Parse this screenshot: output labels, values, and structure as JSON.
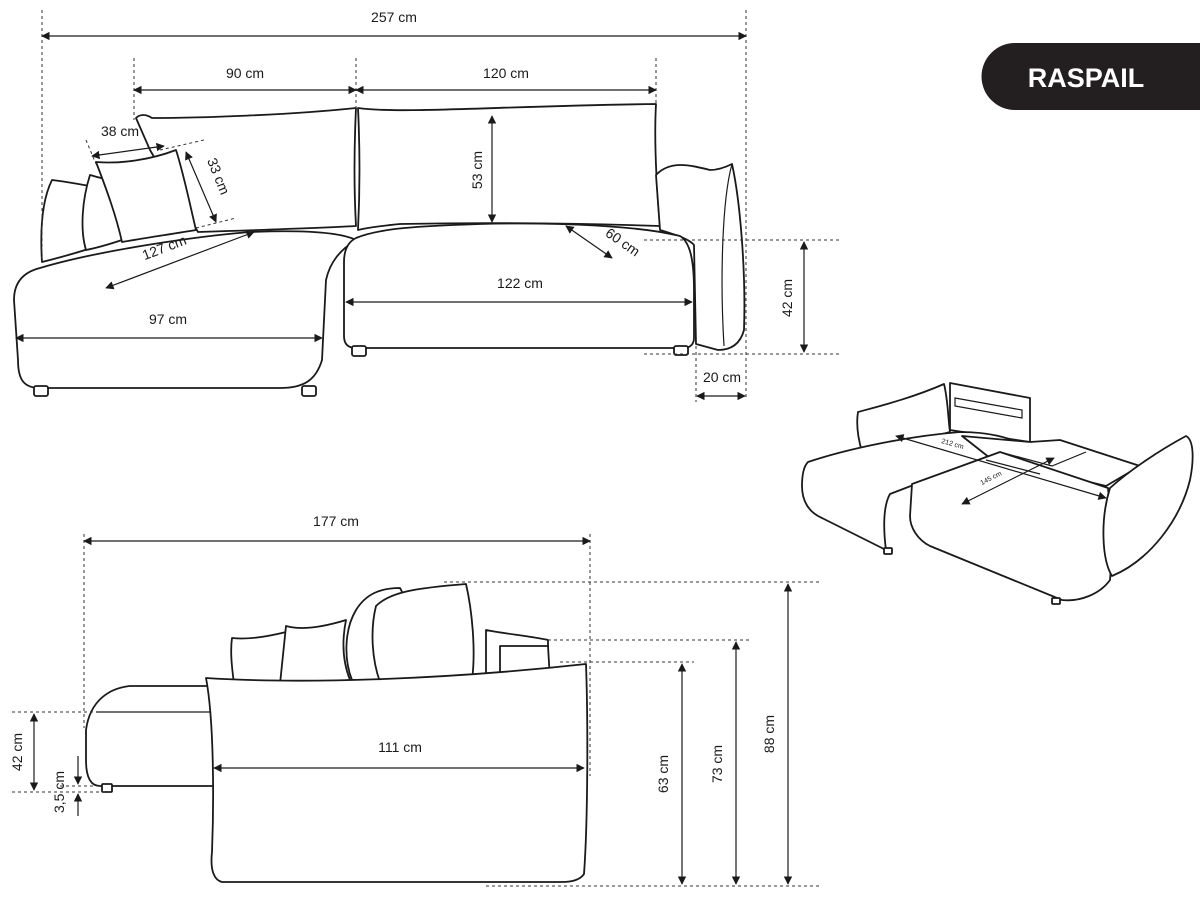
{
  "brand": {
    "name": "RASPAIL",
    "badge_color": "#231f20",
    "text_color": "#ffffff"
  },
  "top_view": {
    "total_width": "257 cm",
    "chaise_back_width": "90 cm",
    "main_back_width": "120 cm",
    "cushion_width": "38 cm",
    "cushion_height": "33 cm",
    "chaise_seat_depth": "127 cm",
    "chaise_seat_width": "97 cm",
    "back_cushion_height": "53 cm",
    "seat_depth": "60 cm",
    "main_seat_width": "122 cm",
    "seat_height": "42 cm",
    "armrest_width": "20 cm"
  },
  "side_view": {
    "total_depth": "177 cm",
    "seat_height": "42 cm",
    "leg_height": "3,5 cm",
    "front_width": "111 cm",
    "armrest_height": "63 cm",
    "back_height": "73 cm",
    "total_height": "88 cm"
  },
  "bed_view": {
    "bed_length": "212 cm",
    "bed_width": "145 cm"
  }
}
